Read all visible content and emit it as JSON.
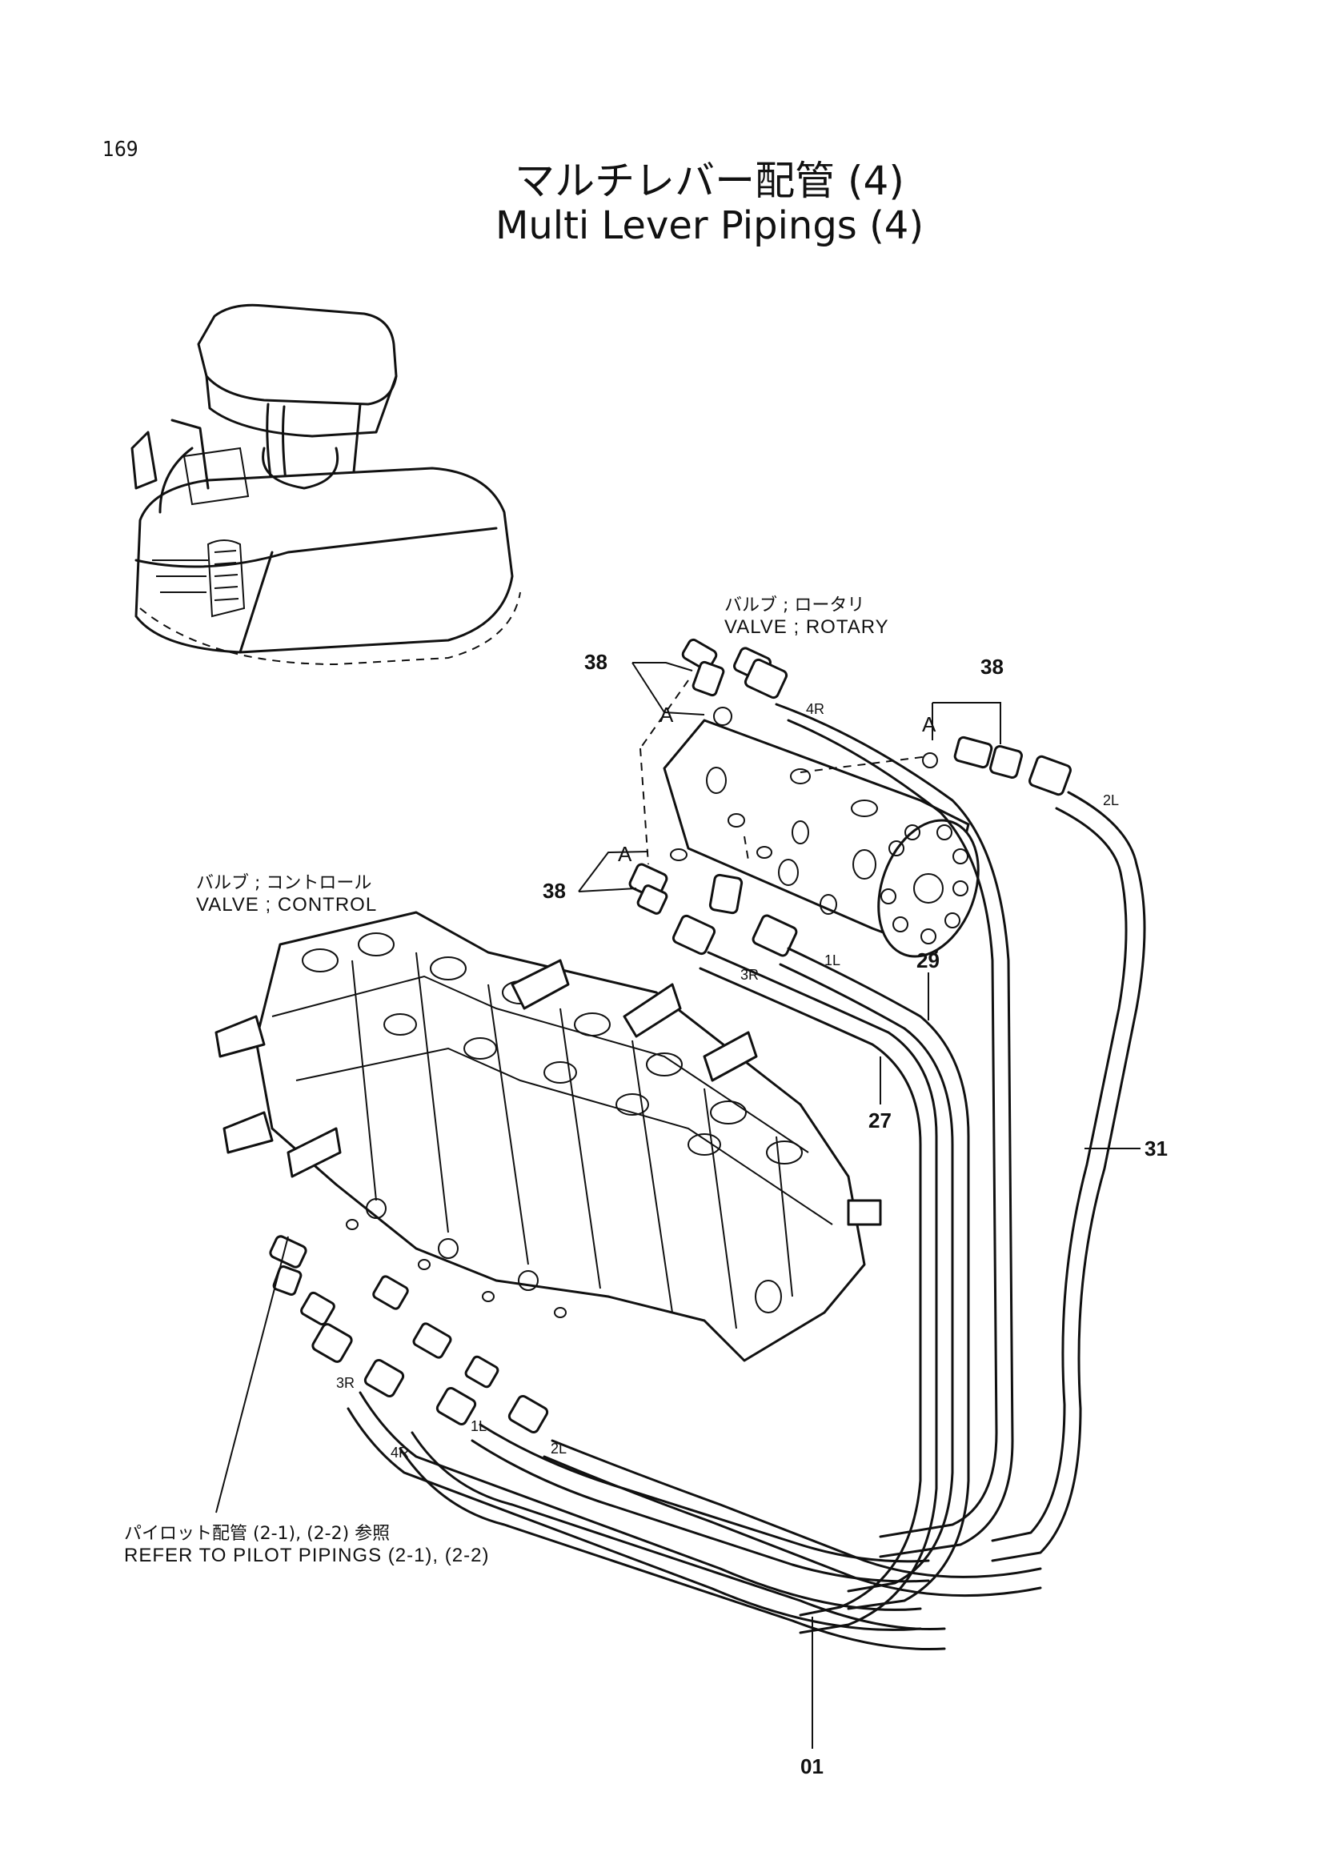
{
  "page": {
    "number": "169",
    "title_jp": "マルチレバー配管 (4)",
    "title_en": "Multi Lever Pipings (4)"
  },
  "labels": {
    "rotary_valve_jp": "バルブ ; ロータリ",
    "rotary_valve_en": "VALVE ; ROTARY",
    "control_valve_jp": "バルブ ; コントロール",
    "control_valve_en": "VALVE ; CONTROL",
    "pilot_ref_jp": "パイロット配管 (2-1), (2-2) 参照",
    "pilot_ref_en": "REFER TO PILOT PIPINGS (2-1), (2-2)"
  },
  "callouts": {
    "p38_top": "38",
    "p38_right": "38",
    "p38_left": "38",
    "p29": "29",
    "p27": "27",
    "p31": "31",
    "p01": "01",
    "a_top": "A",
    "a_right": "A",
    "a_left": "A"
  },
  "port_labels": {
    "r4_top": "4R",
    "l2_top": "2L",
    "r3_top": "3R",
    "l1_top": "1L",
    "r3_bottom": "3R",
    "r4_bottom": "4R",
    "l1_bottom": "1L",
    "l2_bottom": "2L"
  }
}
